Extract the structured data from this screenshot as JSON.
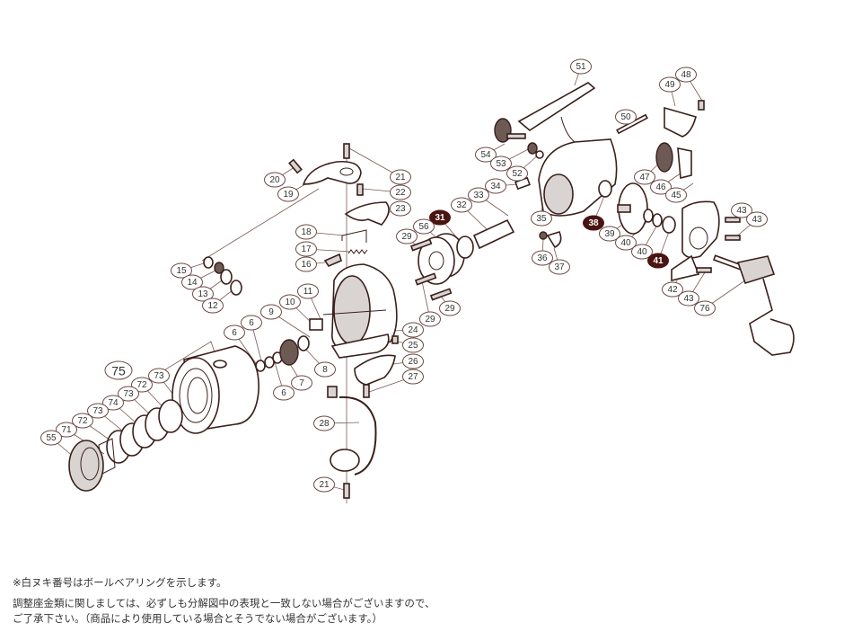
{
  "callouts": [
    {
      "num": "51"
    },
    {
      "num": "48"
    },
    {
      "num": "49"
    },
    {
      "num": "50"
    },
    {
      "num": "54"
    },
    {
      "num": "53"
    },
    {
      "num": "52"
    },
    {
      "num": "47"
    },
    {
      "num": "46"
    },
    {
      "num": "45"
    },
    {
      "num": "34"
    },
    {
      "num": "33"
    },
    {
      "num": "32"
    },
    {
      "num": "31",
      "ball_bearing": true
    },
    {
      "num": "35"
    },
    {
      "num": "38",
      "ball_bearing": true
    },
    {
      "num": "39"
    },
    {
      "num": "40"
    },
    {
      "num": "40"
    },
    {
      "num": "41",
      "ball_bearing": true
    },
    {
      "num": "43"
    },
    {
      "num": "43"
    },
    {
      "num": "36"
    },
    {
      "num": "37"
    },
    {
      "num": "42"
    },
    {
      "num": "43"
    },
    {
      "num": "76"
    },
    {
      "num": "29"
    },
    {
      "num": "21"
    },
    {
      "num": "20"
    },
    {
      "num": "19"
    },
    {
      "num": "22"
    },
    {
      "num": "23"
    },
    {
      "num": "18"
    },
    {
      "num": "17"
    },
    {
      "num": "16"
    },
    {
      "num": "15"
    },
    {
      "num": "14"
    },
    {
      "num": "13"
    },
    {
      "num": "12"
    },
    {
      "num": "11"
    },
    {
      "num": "10"
    },
    {
      "num": "9"
    },
    {
      "num": "6"
    },
    {
      "num": "6"
    },
    {
      "num": "6"
    },
    {
      "num": "7"
    },
    {
      "num": "8"
    },
    {
      "num": "29"
    },
    {
      "num": "56"
    },
    {
      "num": "29"
    },
    {
      "num": "24"
    },
    {
      "num": "25"
    },
    {
      "num": "26"
    },
    {
      "num": "27"
    },
    {
      "num": "28"
    },
    {
      "num": "21"
    },
    {
      "num": "75",
      "assembly": true
    },
    {
      "num": "73"
    },
    {
      "num": "72"
    },
    {
      "num": "73"
    },
    {
      "num": "74"
    },
    {
      "num": "73"
    },
    {
      "num": "72"
    },
    {
      "num": "71"
    },
    {
      "num": "55"
    }
  ],
  "colors": {
    "line": "#3a1f1a",
    "ball_bearing": "#4a1410",
    "leader": "#7a5a52"
  },
  "notes": {
    "ball_bearing_note": "※白ヌキ番号はボールベアリングを示します。",
    "adjust_note_line1": "調整座金類に関しましては、必ずしも分解図中の表現と一致しない場合がございますので、",
    "adjust_note_line2": "ご了承下さい。（商品により使用している場合とそうでない場合がございます。）"
  }
}
